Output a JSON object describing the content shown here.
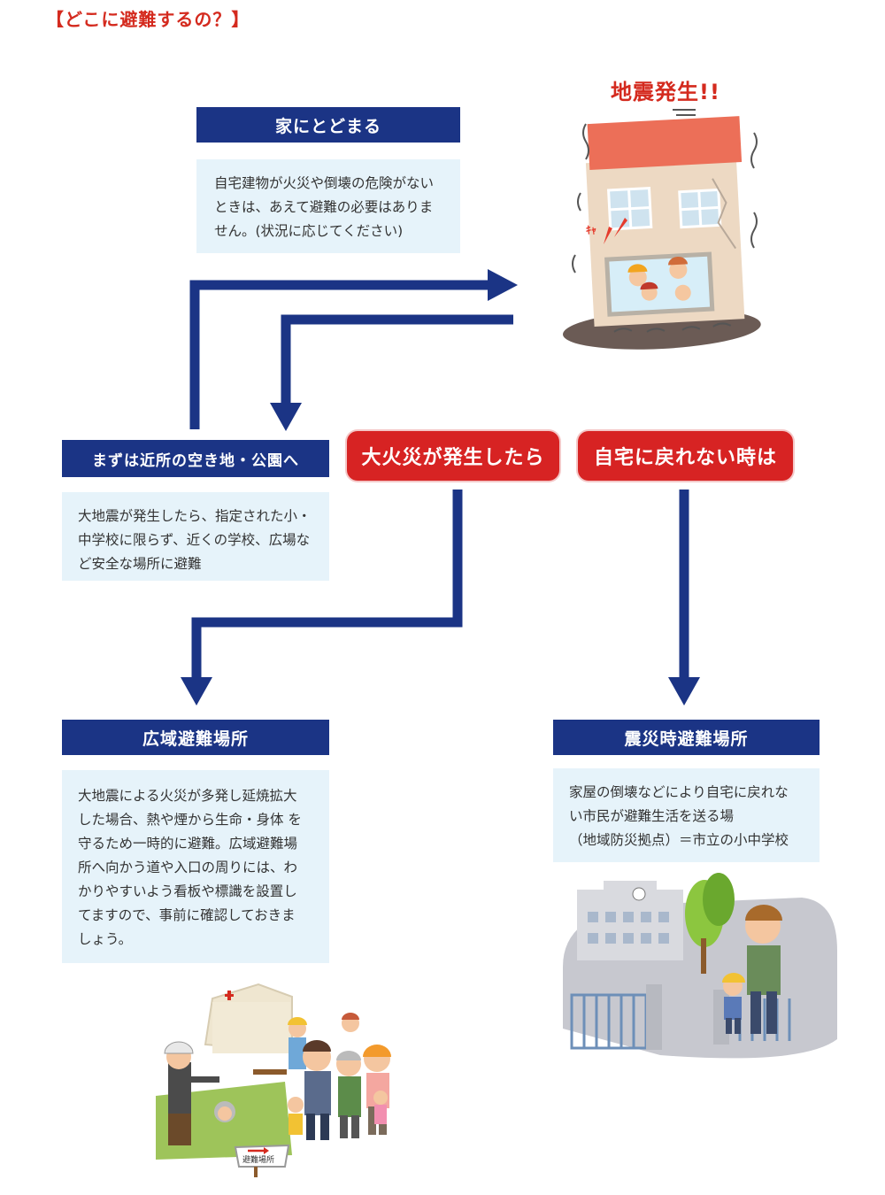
{
  "page_title": "【どこに避難するの？】",
  "earthquake": {
    "label": "地震発生!!",
    "cry": "ｷｬ"
  },
  "stay_home": {
    "heading": "家にとどまる",
    "lines": [
      "自宅建物が火災や倒壊の危険がない",
      "ときは、あえて避難の必要はありま",
      "せん。(状況に応じてください)"
    ]
  },
  "nearby": {
    "heading": "まずは近所の空き地・公園へ",
    "lines": [
      "大地震が発生したら、指定された小・",
      "中学校に限らず、近くの学校、広場な",
      "ど安全な場所に避難"
    ]
  },
  "fire_case": {
    "heading": "大火災が発生したら"
  },
  "cannot_return": {
    "heading": "自宅に戻れない時は"
  },
  "wide_area": {
    "heading": "広域避難場所",
    "lines": [
      "大地震による火災が多発し延焼拡大",
      "した場合、熱や煙から生命・身体 を",
      "守るため一時的に避難。広域避難場",
      "所へ向かう道や入口の周りには、わ",
      "かりやすいよう看板や標識を設置し",
      "てますので、事前に確認しておきま",
      "しょう。"
    ]
  },
  "shelter": {
    "heading": "震災時避難場所",
    "lines": [
      "家屋の倒壊などにより自宅に戻れな",
      "い市民が避難生活を送る場",
      "（地域防災拠点）＝市立の小中学校"
    ]
  },
  "sign_text": "避難場所",
  "colors": {
    "navy": "#1b3485",
    "red": "#d72323",
    "note_bg": "#e6f3fa",
    "arrow": "#1b3485"
  }
}
